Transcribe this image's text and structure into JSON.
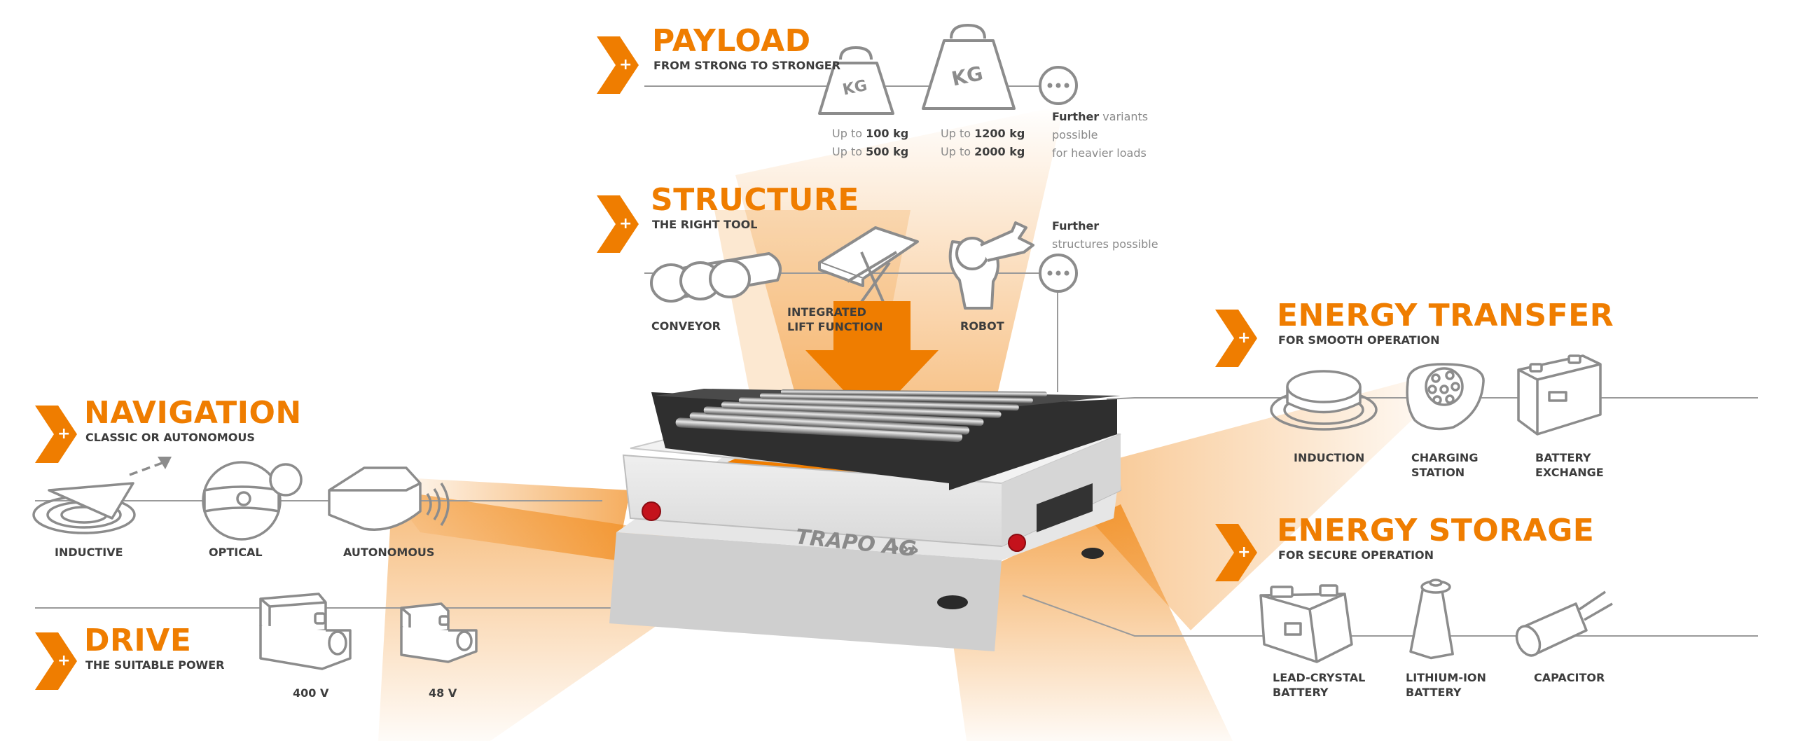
{
  "colors": {
    "accent": "#ef7d00",
    "line": "#9a9a9a",
    "icon": "#8c8c8c",
    "text": "#3d3d3d",
    "muted": "#8a8a8a"
  },
  "sections": {
    "payload": {
      "title": "PAYLOAD",
      "subtitle": "FROM STRONG TO STRONGER",
      "weight1_text": "KG",
      "weight2_text": "KG",
      "spec1": {
        "l1a": "Up to ",
        "l1b": "100",
        "l1c": " kg",
        "l2a": "Up to ",
        "l2b": "500",
        "l2c": " kg"
      },
      "spec2": {
        "l1a": "Up to ",
        "l1b": "1200",
        "l1c": " kg",
        "l2a": "Up to ",
        "l2b": "2000",
        "l2c": " kg"
      },
      "further": {
        "bold": "Further",
        "rest": " variants",
        "l2": "possible",
        "l3": "for heavier loads"
      }
    },
    "structure": {
      "title": "STRUCTURE",
      "subtitle": "THE RIGHT TOOL",
      "conveyor": "CONVEYOR",
      "lift_l1": "INTEGRATED",
      "lift_l2": "LIFT FUNCTION",
      "robot": "ROBOT",
      "further_l1": "Further",
      "further_l2": "structures possible"
    },
    "navigation": {
      "title": "NAVIGATION",
      "subtitle": "CLASSIC OR AUTONOMOUS",
      "inductive": "INDUCTIVE",
      "optical": "OPTICAL",
      "autonomous": "AUTONOMOUS"
    },
    "drive": {
      "title": "DRIVE",
      "subtitle": "THE SUITABLE POWER",
      "v400": "400 V",
      "v48": "48 V"
    },
    "energy_transfer": {
      "title": "ENERGY TRANSFER",
      "subtitle": "FOR SMOOTH OPERATION",
      "induction": "INDUCTION",
      "charging_l1": "CHARGING",
      "charging_l2": "STATION",
      "battery_l1": "BATTERY",
      "battery_l2": "EXCHANGE"
    },
    "energy_storage": {
      "title": "ENERGY STORAGE",
      "subtitle": "FOR SECURE OPERATION",
      "lead_l1": "LEAD-CRYSTAL",
      "lead_l2": "BATTERY",
      "lithium_l1": "LITHIUM-ION",
      "lithium_l2": "BATTERY",
      "capacitor": "CAPACITOR"
    }
  },
  "vehicle": {
    "brand": "TRAPO AG",
    "brand_mark": "›››"
  }
}
